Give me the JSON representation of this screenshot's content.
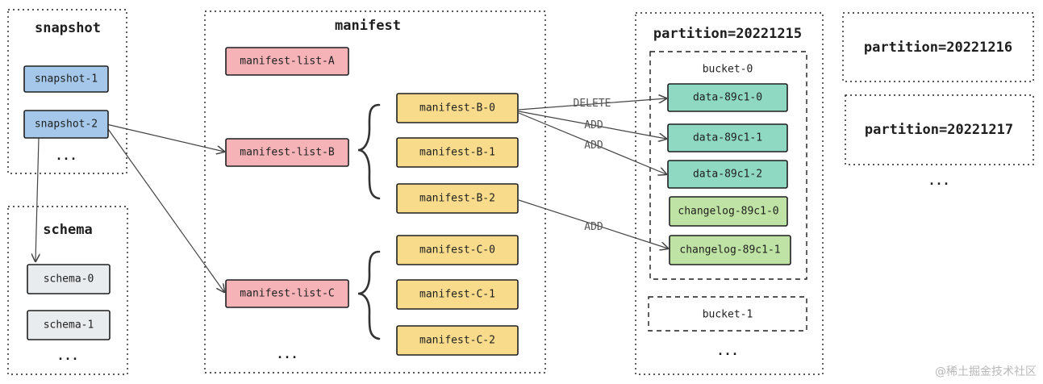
{
  "snapshot": {
    "title": "snapshot",
    "items": [
      "snapshot-1",
      "snapshot-2"
    ],
    "more": "..."
  },
  "schema": {
    "title": "schema",
    "items": [
      "schema-0",
      "schema-1"
    ],
    "more": "..."
  },
  "manifest": {
    "title": "manifest",
    "lists": [
      "manifest-list-A",
      "manifest-list-B",
      "manifest-list-C"
    ],
    "group_b": [
      "manifest-B-0",
      "manifest-B-1",
      "manifest-B-2"
    ],
    "group_c": [
      "manifest-C-0",
      "manifest-C-1",
      "manifest-C-2"
    ],
    "more": "..."
  },
  "partition_main": {
    "title": "partition=20221215",
    "bucket0": {
      "title": "bucket-0",
      "files": [
        "data-89c1-0",
        "data-89c1-1",
        "data-89c1-2",
        "changelog-89c1-0",
        "changelog-89c1-1"
      ]
    },
    "bucket1": {
      "title": "bucket-1"
    },
    "more": "..."
  },
  "partitions_other": {
    "items": [
      "partition=20221216",
      "partition=20221217"
    ],
    "more": "..."
  },
  "edge_labels": {
    "delete": "DELETE",
    "add1": "ADD",
    "add2": "ADD",
    "add3": "ADD"
  },
  "watermark": "@稀土掘金技术社区",
  "colors": {
    "snapshot_fill": "#a5c8ea",
    "schema_fill": "#e9ecef",
    "list_fill": "#f5b3b8",
    "manifest_fill": "#f8dc8c",
    "data_fill": "#8fd8c2",
    "changelog_fill": "#bfe3a4"
  }
}
